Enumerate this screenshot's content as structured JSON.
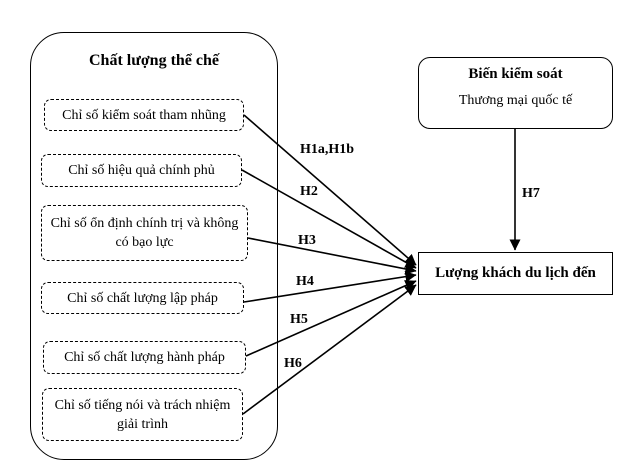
{
  "institutional_quality": {
    "title": "Chất lượng thể chế",
    "indicators": [
      {
        "label": "Chỉ số kiểm soát tham nhũng"
      },
      {
        "label": "Chỉ số hiệu quả chính phủ"
      },
      {
        "label": "Chỉ số ổn định chính trị và không có bạo lực"
      },
      {
        "label": "Chỉ số chất lượng lập pháp"
      },
      {
        "label": "Chỉ số chất lượng hành pháp"
      },
      {
        "label": "Chỉ số tiếng nói và trách nhiệm giải trình"
      }
    ]
  },
  "control_variable": {
    "title": "Biến kiểm soát",
    "item": "Thương mại quốc tế"
  },
  "dependent_variable": {
    "label": "Lượng khách du lịch đến"
  },
  "hypotheses": [
    "H1a,H1b",
    "H2",
    "H3",
    "H4",
    "H5",
    "H6",
    "H7"
  ]
}
